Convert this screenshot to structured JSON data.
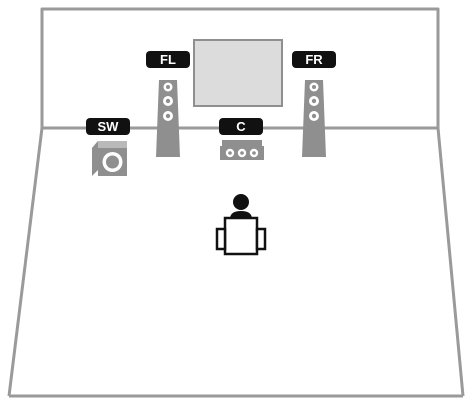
{
  "room": {
    "wall_color": "#9a9a9a",
    "screen_fill": "#dcdcdc",
    "speaker_fill": "#8f8f8f",
    "label_bg": "#111111",
    "label_fg": "#ffffff"
  },
  "speakers": {
    "front_left": {
      "label": "FL",
      "icon": "floor-standing-speaker-icon"
    },
    "front_right": {
      "label": "FR",
      "icon": "floor-standing-speaker-icon"
    },
    "center": {
      "label": "C",
      "icon": "center-speaker-icon"
    },
    "subwoofer": {
      "label": "SW",
      "icon": "subwoofer-icon"
    }
  },
  "listener": {
    "icon": "listener-in-chair-icon"
  },
  "display": {
    "icon": "tv-screen-icon"
  }
}
